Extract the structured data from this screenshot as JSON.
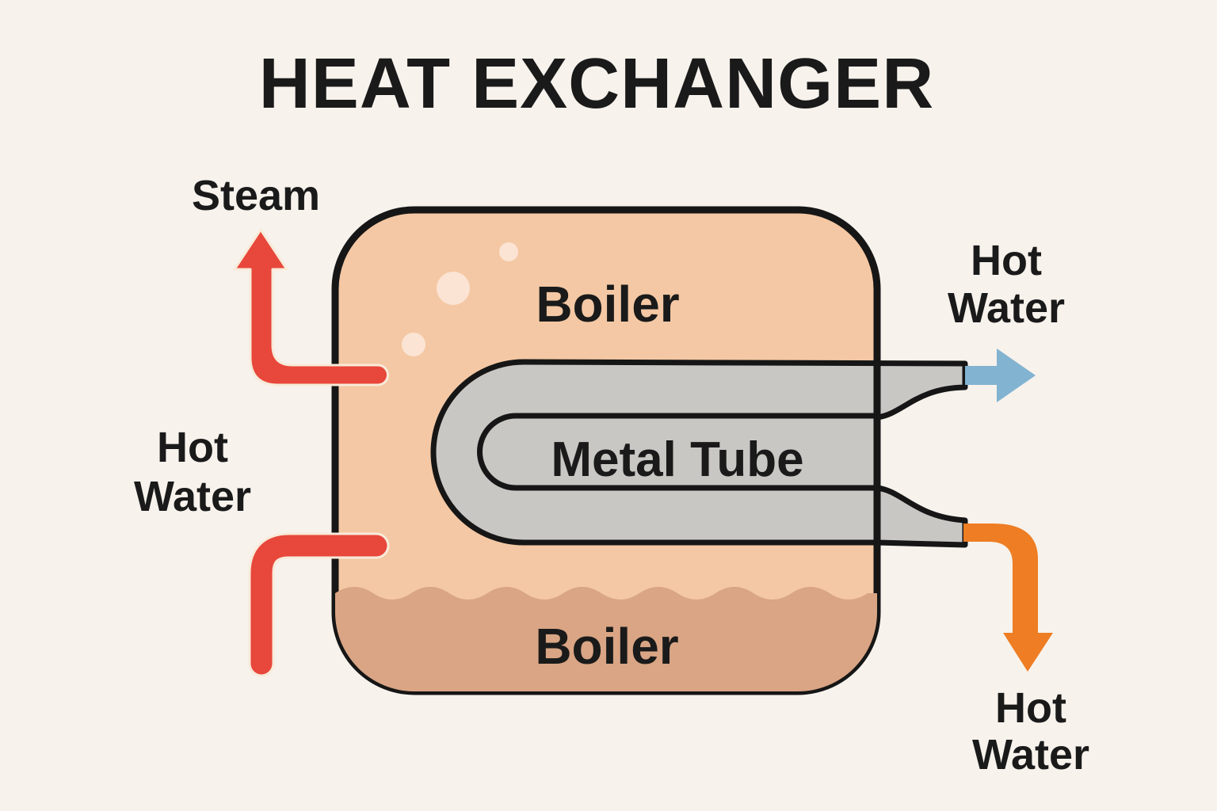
{
  "title": "HEAT EXCHANGER",
  "boiler": {
    "label_top": "Boiler",
    "label_bottom": "Boiler"
  },
  "tube": {
    "label": "Metal Tube"
  },
  "flows": {
    "steam_out": {
      "label": "Steam",
      "direction": "up-left-out"
    },
    "hot_water_in": {
      "line1": "Hot",
      "line2": "Water",
      "direction": "in-bottom-left"
    },
    "hot_water_out_top": {
      "line1": "Hot",
      "line2": "Water",
      "direction": "right-out"
    },
    "hot_water_out_bottom": {
      "line1": "Hot",
      "line2": "Water",
      "direction": "down-right-out"
    }
  },
  "colors": {
    "background": "#f7f2ec",
    "boiler_fill": "#f4c8a4",
    "water_fill": "#d9a584",
    "bubble": "#fbe4d4",
    "tube_fill": "#c9c7c4",
    "outline": "#161616",
    "red": "#e8473b",
    "blue": "#82b3d1",
    "orange": "#ee7d23",
    "text": "#1a1a1a"
  }
}
